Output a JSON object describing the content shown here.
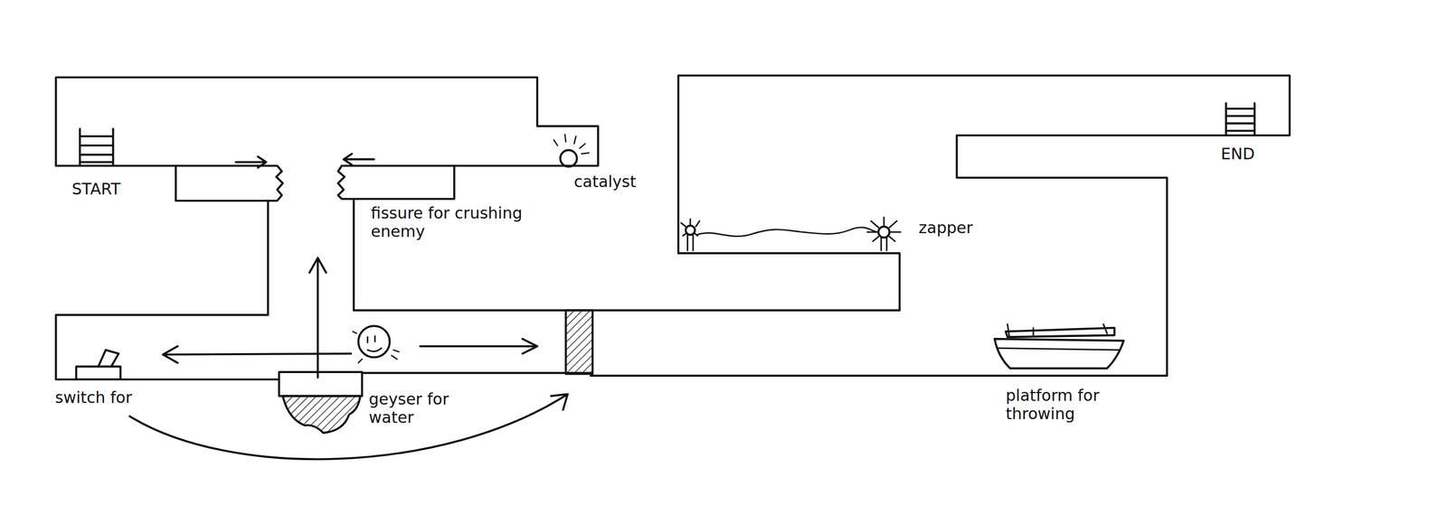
{
  "diagram": {
    "labels": [
      "START",
      "fissure for crushing enemy",
      "catalyst",
      "zapper",
      "END",
      "switch for",
      "geyser for water",
      "platform for throwing"
    ]
  }
}
